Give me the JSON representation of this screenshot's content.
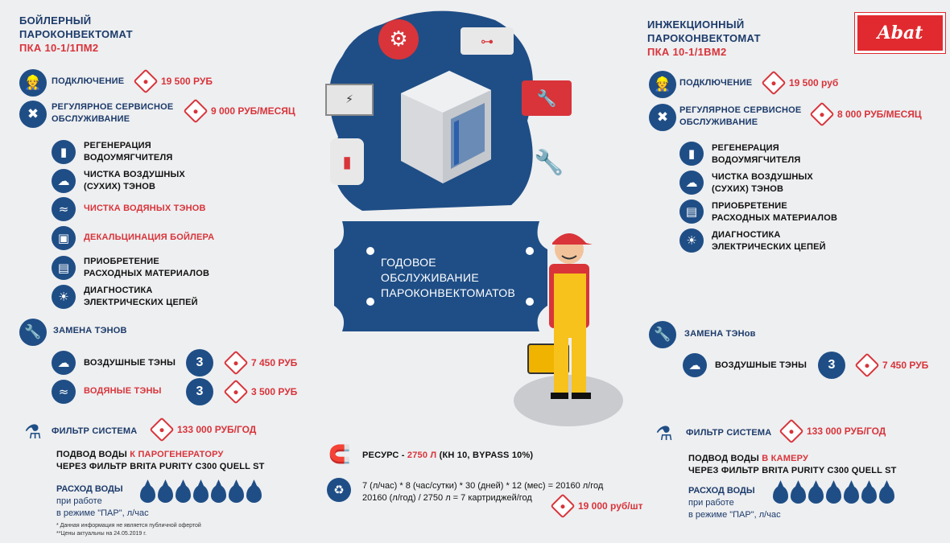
{
  "left": {
    "title_line1": "БОЙЛЕРНЫЙ",
    "title_line2": "ПАРОКОНВЕКТОМАТ",
    "model": "ПКА 10-1/1ПМ2",
    "connection_label": "ПОДКЛЮЧЕНИЕ",
    "connection_price": "19 500 РУБ",
    "service_label_1": "РЕГУЛЯРНОЕ СЕРВИСНОЕ",
    "service_label_2": "ОБСЛУЖИВАНИЕ",
    "service_price": "9 000 РУБ/МЕСЯЦ",
    "items": [
      {
        "l1": "РЕГЕНЕРАЦИЯ",
        "l2": "ВОДОУМЯГЧИТЕЛЯ"
      },
      {
        "l1": "ЧИСТКА ВОЗДУШНЫХ",
        "l2": "(СУХИХ) ТЭНОВ"
      },
      {
        "l1": "ЧИСТКА ВОДЯНЫХ ТЭНОВ",
        "l2": ""
      },
      {
        "l1": "ДЕКАЛЬЦИНАЦИЯ БОЙЛЕРА",
        "l2": ""
      },
      {
        "l1": "ПРИОБРЕТЕНИЕ",
        "l2": "РАСХОДНЫХ МАТЕРИАЛОВ"
      },
      {
        "l1": "ДИАГНОСТИКА",
        "l2": "ЭЛЕКТРИЧЕСКИХ ЦЕПЕЙ"
      }
    ],
    "replace_label": "ЗАМЕНА ТЭНОВ",
    "air_label": "ВОЗДУШНЫЕ ТЭНЫ",
    "air_count": "3",
    "air_price": "7 450 РУБ",
    "water_label": "ВОДЯНЫЕ ТЭНЫ",
    "water_count": "3",
    "water_price": "3 500 РУБ",
    "filter_label": "ФИЛЬТР СИСТЕМА",
    "filter_price": "133 000 РУБ/ГОД",
    "supply_prefix": "ПОДВОД ВОДЫ ",
    "supply_target": "К ПАРОГЕНЕРАТОРУ",
    "supply_line2": "ЧЕРЕЗ ФИЛЬТР BRITA PURITY C300 QUELL ST",
    "flow_label": "РАСХОД ВОДЫ",
    "flow_sub1": "при работе",
    "flow_sub2": "в режиме \"ПАР\", л/час",
    "drops": 7,
    "note1": "* Данная информация не является публичной офертой",
    "note2": "**Цены актуальны на  24.05.2019 г."
  },
  "right": {
    "title_line1": "ИНЖЕКЦИОННЫЙ",
    "title_line2": "ПАРОКОНВЕКТОМАТ",
    "model": "ПКА 10-1/1ВМ2",
    "connection_label": "ПОДКЛЮЧЕНИЕ",
    "connection_price": "19 500 руб",
    "service_label_1": "РЕГУЛЯРНОЕ СЕРВИСНОЕ",
    "service_label_2": "ОБСЛУЖИВАНИЕ",
    "service_price": "8 000 РУБ/МЕСЯЦ",
    "items": [
      {
        "l1": "РЕГЕНЕРАЦИЯ",
        "l2": "ВОДОУМЯГЧИТЕЛЯ"
      },
      {
        "l1": "ЧИСТКА ВОЗДУШНЫХ",
        "l2": "(СУХИХ) ТЭНОВ"
      },
      {
        "l1": "ПРИОБРЕТЕНИЕ",
        "l2": "РАСХОДНЫХ МАТЕРИАЛОВ"
      },
      {
        "l1": "ДИАГНОСТИКА",
        "l2": "ЭЛЕКТРИЧЕСКИХ ЦЕПЕЙ"
      }
    ],
    "replace_label": "ЗАМЕНА ТЭНов",
    "air_label": "ВОЗДУШНЫЕ ТЭНЫ",
    "air_count": "3",
    "air_price": "7 450 РУБ",
    "filter_label": "ФИЛЬТР СИСТЕМА",
    "filter_price": "133 000 РУБ/ГОД",
    "supply_prefix": "ПОДВОД ВОДЫ ",
    "supply_target": "В КАМЕРУ",
    "supply_line2": "ЧЕРЕЗ ФИЛЬТР BRITA PURITY C300 QUELL ST",
    "flow_label": "РАСХОД ВОДЫ",
    "flow_sub1": "при работе",
    "flow_sub2": "в режиме \"ПАР\", л/час",
    "drops": 7
  },
  "center": {
    "ticket_line1": "ГОДОВОЕ",
    "ticket_line2": "ОБСЛУЖИВАНИЕ",
    "ticket_line3": "ПАРОКОНВЕКТОМАТОВ",
    "resource_prefix": "РЕСУРС - ",
    "resource_value": "2750 Л",
    "resource_suffix": " (КН 10, BYPASS 10%)",
    "calc_line1": "7 (л/час) * 8 (час/сутки) * 30 (дней) * 12 (мес) = 20160 л/год",
    "calc_line2": "20160 (л/год) / 2750 л = 7 картриджей/год",
    "cartridge_price": "19 000 руб/шт"
  },
  "brand": {
    "logo_text": "Abat"
  },
  "colors": {
    "navy": "#1f4e86",
    "red": "#d8343a",
    "background": "#eeeff1"
  }
}
